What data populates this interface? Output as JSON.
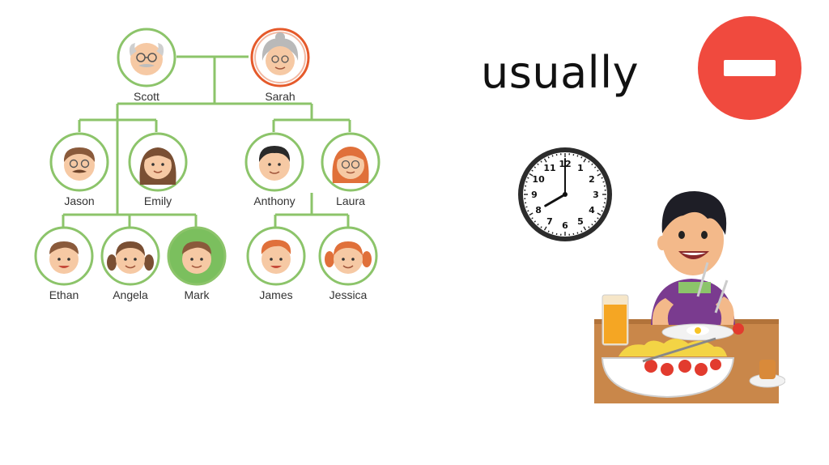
{
  "headline": "usually",
  "colors": {
    "tree_line": "#8cc46a",
    "highlight_ring": "#e55a2b",
    "highlight_fill": "#7bbf5e",
    "stop_sign": "#f04a3e"
  },
  "family_tree": {
    "members": [
      {
        "id": "scott",
        "name": "Scott",
        "generation": 1,
        "style": "grandpa"
      },
      {
        "id": "sarah",
        "name": "Sarah",
        "generation": 1,
        "style": "grandma",
        "highlight": "ring"
      },
      {
        "id": "jason",
        "name": "Jason",
        "generation": 2,
        "style": "man-mustache"
      },
      {
        "id": "emily",
        "name": "Emily",
        "generation": 2,
        "style": "woman-long-hair"
      },
      {
        "id": "anthony",
        "name": "Anthony",
        "generation": 2,
        "style": "man-dark-hair"
      },
      {
        "id": "laura",
        "name": "Laura",
        "generation": 2,
        "style": "woman-red-hair-glasses"
      },
      {
        "id": "ethan",
        "name": "Ethan",
        "generation": 3,
        "style": "boy"
      },
      {
        "id": "angela",
        "name": "Angela",
        "generation": 3,
        "style": "girl-pigtails"
      },
      {
        "id": "mark",
        "name": "Mark",
        "generation": 3,
        "style": "boy",
        "highlight": "filled"
      },
      {
        "id": "james",
        "name": "James",
        "generation": 3,
        "style": "boy-red-hair"
      },
      {
        "id": "jessica",
        "name": "Jessica",
        "generation": 3,
        "style": "girl-red-pigtails"
      }
    ]
  },
  "icons": {
    "stop": "minus-circle-icon",
    "clock": "clock-icon",
    "illustration": "boy-eating-breakfast-illustration"
  },
  "clock": {
    "hour": 8,
    "minute": 0,
    "numbers": [
      "12",
      "1",
      "2",
      "3",
      "4",
      "5",
      "6",
      "7",
      "8",
      "9",
      "10",
      "11"
    ]
  }
}
